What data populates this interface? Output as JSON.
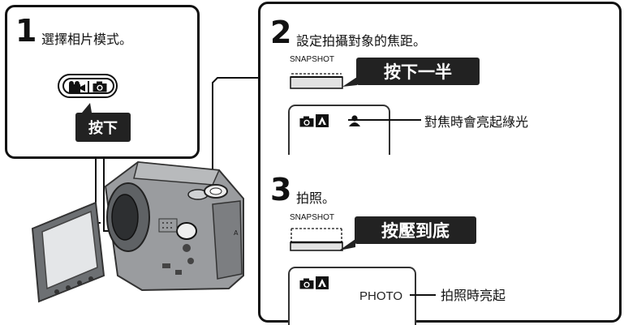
{
  "step1": {
    "number": "1",
    "text": "選擇相片模式。",
    "press_label": "按下"
  },
  "step2": {
    "number": "2",
    "text": "設定拍攝對象的焦距。",
    "button_name": "SNAPSHOT",
    "press_label": "按下一半",
    "callout": "對焦時會亮起綠光"
  },
  "step3": {
    "number": "3",
    "text": "拍照。",
    "button_name": "SNAPSHOT",
    "press_label": "按壓到底",
    "screen_text": "PHOTO",
    "callout": "拍照時亮起"
  },
  "colors": {
    "ink": "#111111",
    "button_black": "#222222",
    "camera_body": "#8a8c8f"
  },
  "icons": [
    "mode-switch-icon",
    "video-camera-icon",
    "still-camera-icon",
    "auto-mode-icon",
    "focus-person-icon",
    "camcorder-illustration"
  ]
}
